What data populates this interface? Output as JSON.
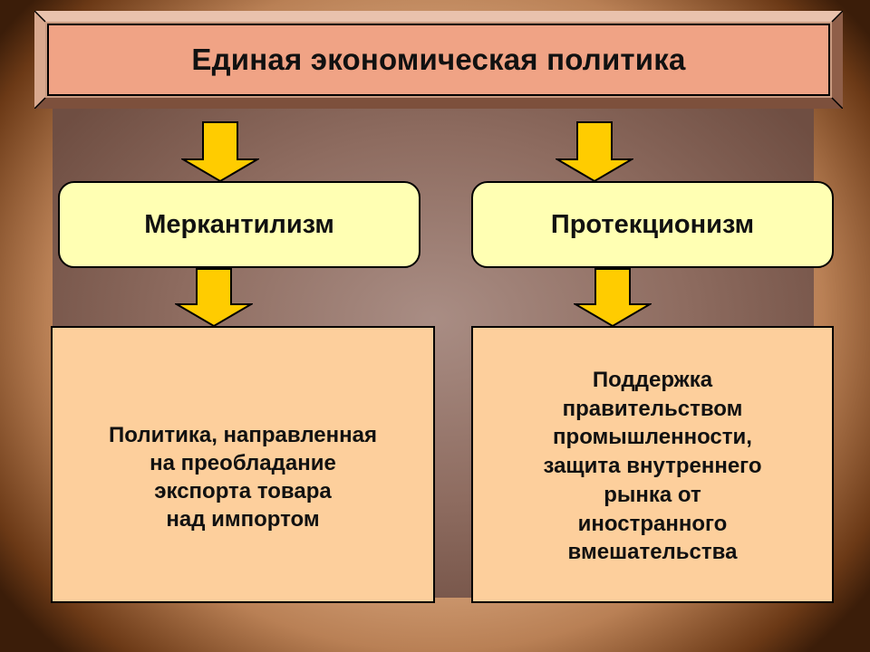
{
  "title": "Единая экономическая политика",
  "branches": [
    {
      "term": "Меркантилизм",
      "description": "Политика, направленная\nна преобладание\nэкспорта товара\nнад импортом"
    },
    {
      "term": "Протекционизм",
      "description": "Поддержка\nправительством\nпромышленности,\nзащита внутреннего\nрынка от\nиностранного\nвмешательства"
    }
  ],
  "colors": {
    "title_fill": "#f0a385",
    "term_fill": "#ffffb3",
    "description_fill": "#fdcf9c",
    "arrow_fill": "#ffcc00"
  }
}
